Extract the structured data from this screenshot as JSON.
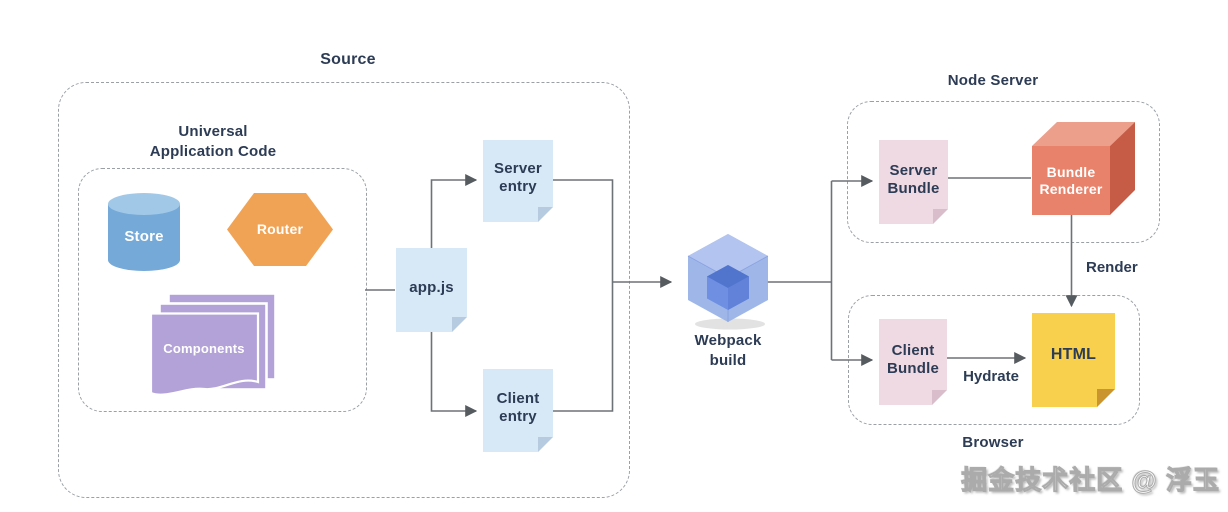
{
  "groups": {
    "source": {
      "label": "Source"
    },
    "universal": {
      "label": "Universal\nApplication Code"
    },
    "node_server": {
      "label": "Node Server"
    },
    "browser": {
      "label": "Browser"
    }
  },
  "nodes": {
    "store": {
      "label": "Store",
      "shape": "cylinder",
      "color": "#74a9d8"
    },
    "router": {
      "label": "Router",
      "shape": "hexagon",
      "color": "#f1a355"
    },
    "components": {
      "label": "Components",
      "shape": "stacked-pages",
      "color": "#b3a2d8"
    },
    "app_js": {
      "label": "app.js",
      "shape": "note",
      "color": "#d7e8f6"
    },
    "server_entry": {
      "label": "Server entry",
      "shape": "note",
      "color": "#d7e8f6"
    },
    "client_entry": {
      "label": "Client entry",
      "shape": "note",
      "color": "#d7e8f6"
    },
    "webpack": {
      "label": "Webpack\nbuild",
      "shape": "webpack-cube",
      "color": "#97b1e6"
    },
    "server_bundle": {
      "label": "Server Bundle",
      "shape": "note",
      "color": "#efd9e2"
    },
    "bundle_renderer": {
      "label": "Bundle Renderer",
      "shape": "cube-3d",
      "color": "#e8826b"
    },
    "client_bundle": {
      "label": "Client Bundle",
      "shape": "note",
      "color": "#efd9e2"
    },
    "html": {
      "label": "HTML",
      "shape": "note",
      "color": "#f8d04e"
    }
  },
  "edges": {
    "render": {
      "label": "Render"
    },
    "hydrate": {
      "label": "Hydrate"
    }
  },
  "watermark": {
    "text": "掘金技术社区 @ 浮玉"
  },
  "colors": {
    "text": "#2d3c55",
    "line": "#6d7277",
    "dash_border": "#9aa0a5",
    "note_blue": "#d7e8f6",
    "note_blue_fold": "#b7cbe0",
    "note_pink": "#efd9e2",
    "note_pink_fold": "#d9bdca",
    "note_yellow": "#f8d04e",
    "note_yellow_fold": "#ca952f",
    "cube_front": "#e8826b",
    "cube_top": "#ec9f8b",
    "cube_side": "#c65c46",
    "background": "#ffffff"
  }
}
